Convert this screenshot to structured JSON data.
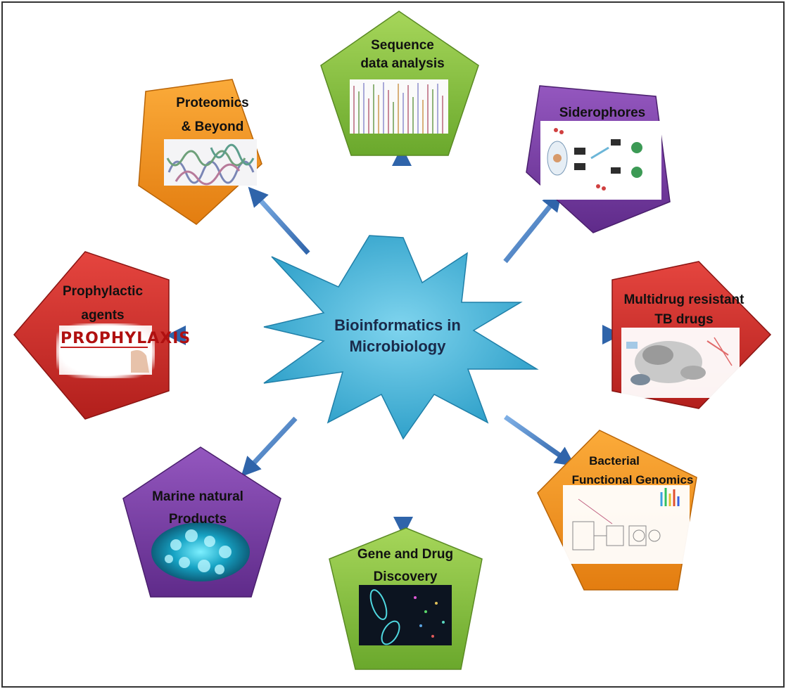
{
  "center": {
    "lines": [
      "Bioinformatics in",
      "Microbiology"
    ]
  },
  "nodes": [
    {
      "id": "sequence",
      "lines": [
        "Sequence",
        "data analysis"
      ],
      "color": "#8cc63f"
    },
    {
      "id": "proteomics",
      "lines": [
        "Proteomics",
        "& Beyond"
      ],
      "color": "#f7941d"
    },
    {
      "id": "siderophores",
      "lines": [
        "Siderophores"
      ],
      "color": "#7e3fa8"
    },
    {
      "id": "prophylactic",
      "lines": [
        "Prophylactic",
        "agents"
      ],
      "inset_text": "PROPHYLAXIS",
      "color": "#d9302c"
    },
    {
      "id": "mdr-tb",
      "lines": [
        "Multidrug resistant",
        "TB drugs"
      ],
      "color": "#d9302c"
    },
    {
      "id": "marine",
      "lines": [
        "Marine natural",
        "Products"
      ],
      "color": "#7e3fa8"
    },
    {
      "id": "gene-drug",
      "lines": [
        "Gene and Drug",
        "Discovery"
      ],
      "color": "#8cc63f"
    },
    {
      "id": "bacterial",
      "lines": [
        "Bacterial",
        "Functional Genomics"
      ],
      "color": "#f7941d"
    }
  ],
  "colors": {
    "arrow": "#4a7fc1",
    "arrow_dark": "#2d5f9e",
    "star": "#42b4d8",
    "border": "#333333"
  }
}
